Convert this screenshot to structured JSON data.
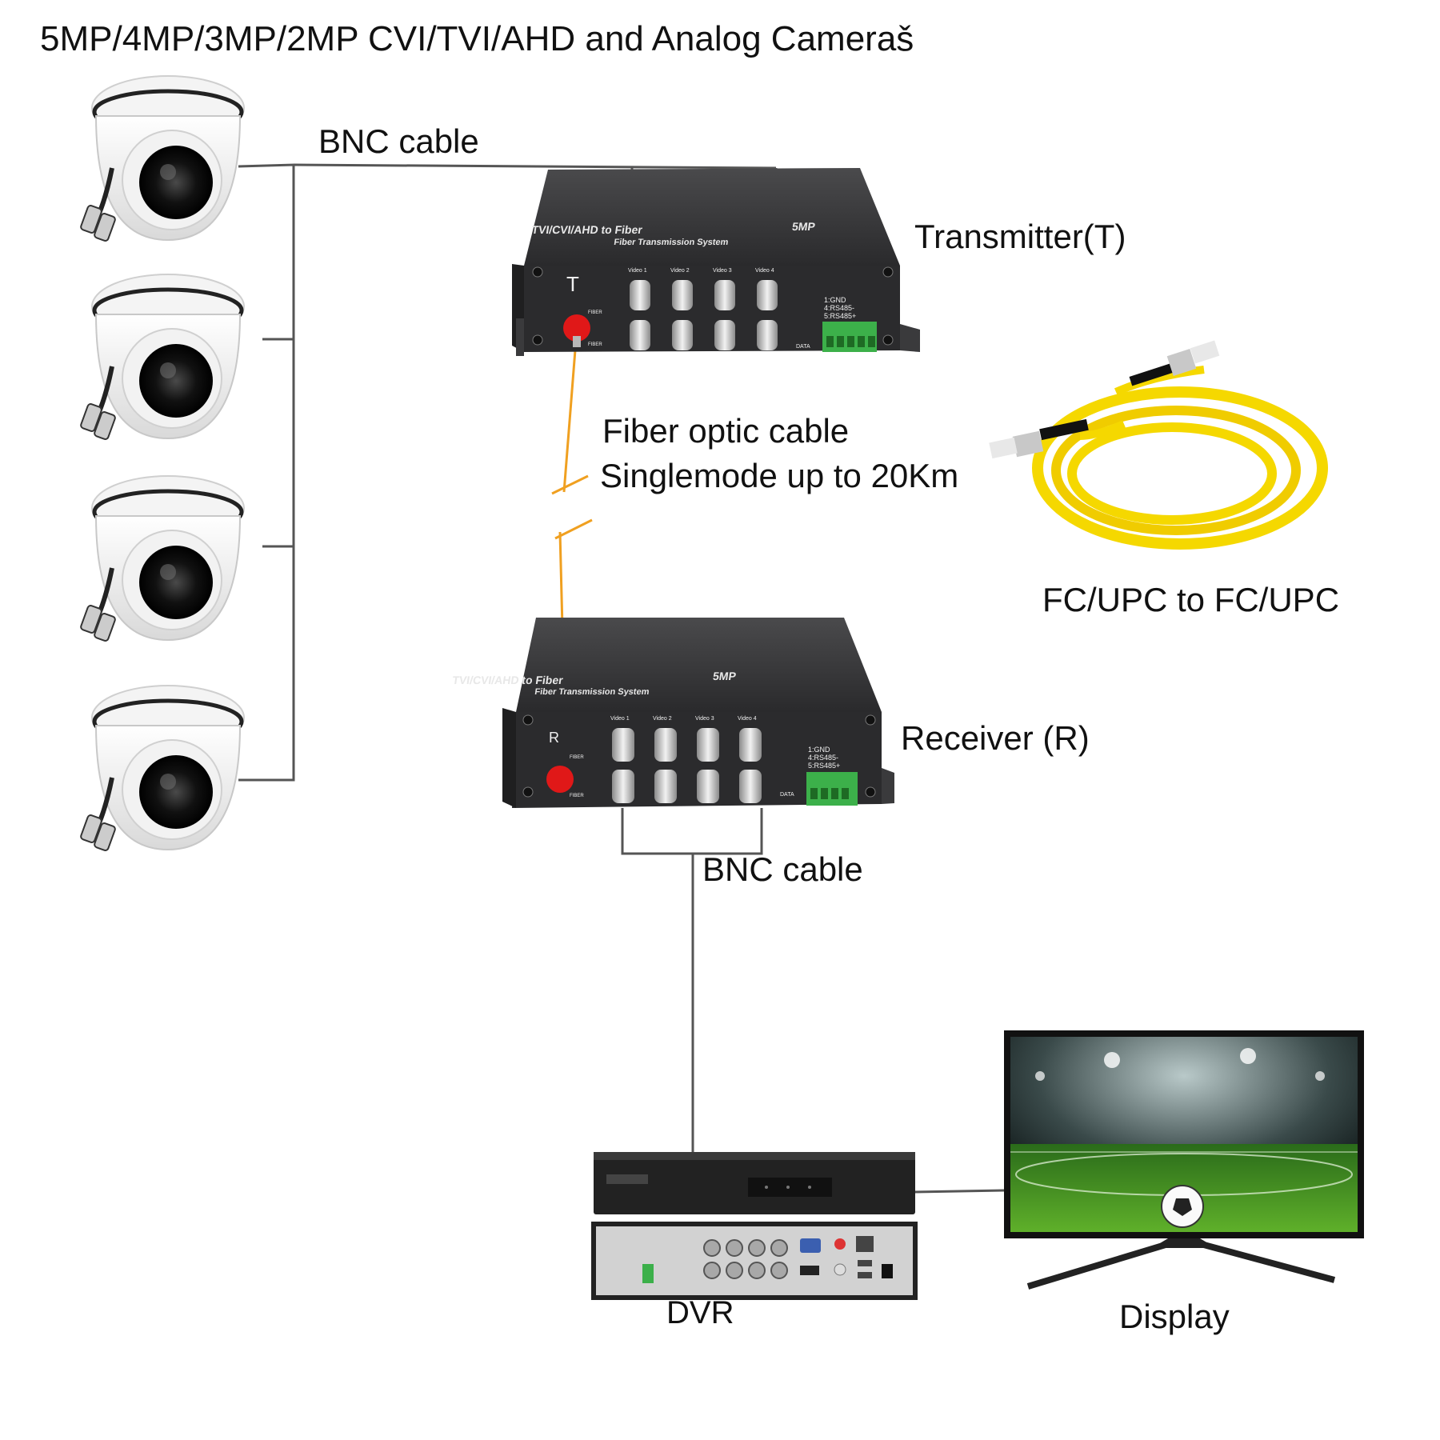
{
  "title": "5MP/4MP/3MP/2MP CVI/TVI/AHD and Analog Cameraš",
  "labels": {
    "bnc_cable_top": "BNC cable",
    "transmitter": "Transmitter(T)",
    "fiber_optic_cable": "Fiber optic cable",
    "singlemode": "Singlemode up to 20Km",
    "fc_upc": "FC/UPC to FC/UPC",
    "receiver": "Receiver (R)",
    "bnc_cable_bottom": "BNC cable",
    "dvr": "DVR",
    "display": "Display"
  },
  "transmitter_unit": {
    "letter": "T",
    "model_line1": "TVI/CVI/AHD to Fiber",
    "model_line2": "Fiber Transmission System",
    "badge": "5MP",
    "video_labels": [
      "Video 1",
      "Video 2",
      "Video 3",
      "Video 4"
    ],
    "data_pins": "1:GND\n4:RS485-\n5:RS485+",
    "pins_l1": "1:GND",
    "pins_l2": "4:RS485-",
    "pins_l3": "5:RS485+",
    "data_label": "DATA",
    "fiber_label": "FIBER"
  },
  "receiver_unit": {
    "letter": "R",
    "model_line1": "TVI/CVI/AHD to Fiber",
    "model_line2": "Fiber Transmission System",
    "badge": "5MP",
    "video_labels": [
      "Video 1",
      "Video 2",
      "Video 3",
      "Video 4"
    ],
    "pins_l1": "1:GND",
    "pins_l2": "4:RS485-",
    "pins_l3": "5:RS485+",
    "data_label": "DATA",
    "fiber_label": "FIBER"
  },
  "colors": {
    "fiber_line": "#f0a020",
    "wire": "#555555",
    "unit_body": "#2d2d2f",
    "fiber_cable": "#f5d800",
    "connector_red": "#e01818",
    "terminal_green": "#3cb04a"
  }
}
